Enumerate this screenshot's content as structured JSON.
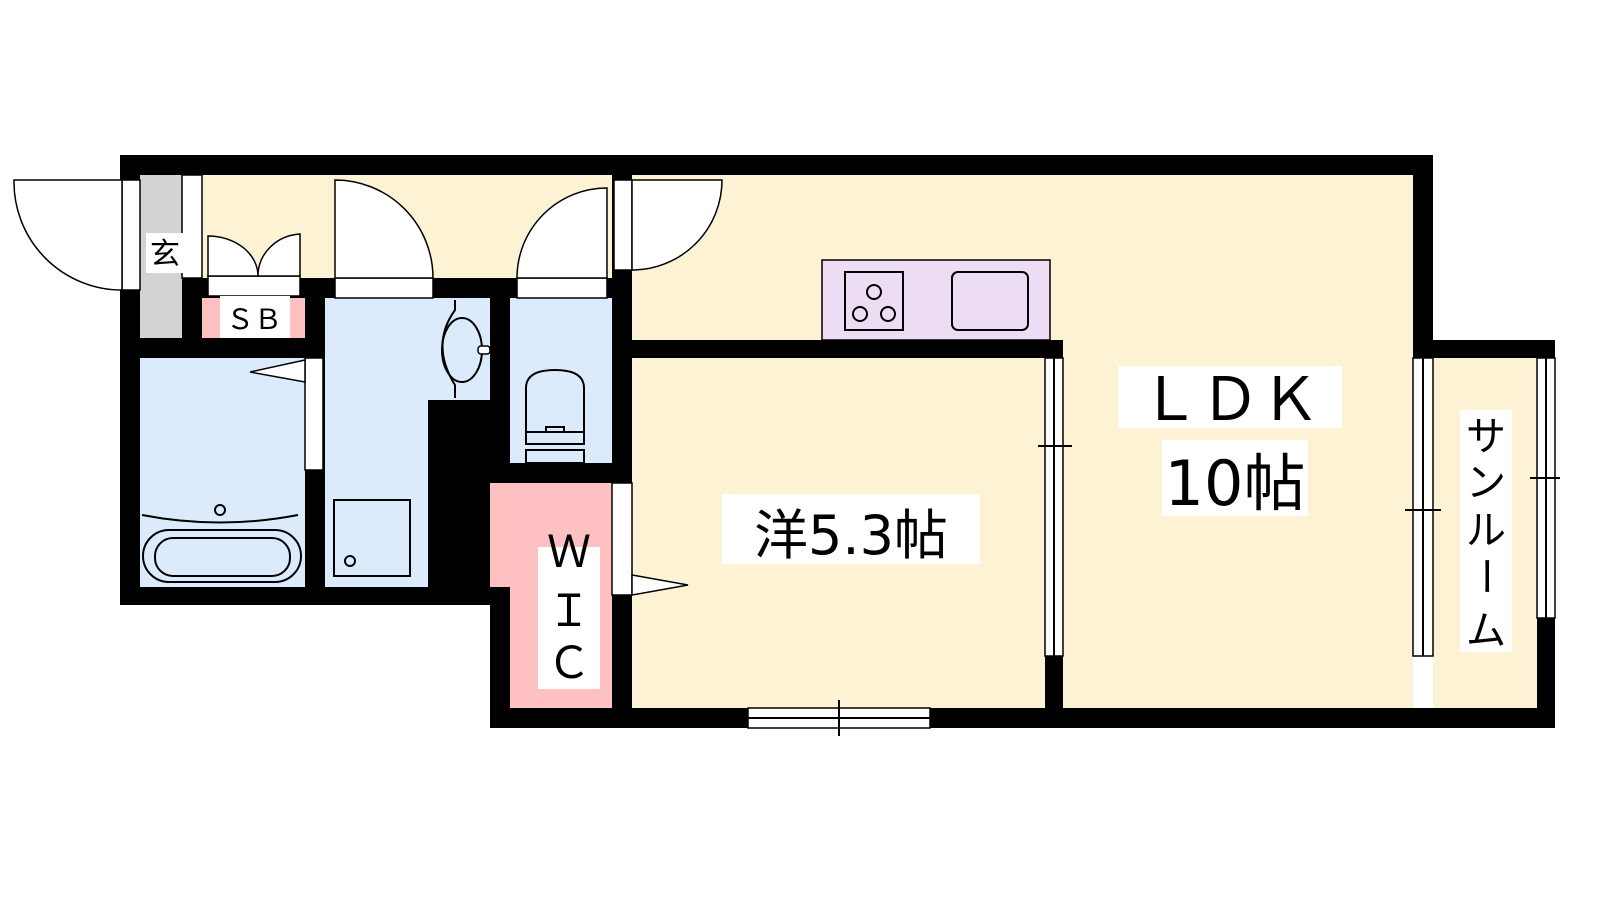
{
  "floorplan": {
    "rooms": {
      "genkan": "玄",
      "shoe_box": "ＳＢ",
      "wic": [
        "Ｗ",
        "Ｉ",
        "Ｃ"
      ],
      "western_room": "洋5.3帖",
      "ldk_name": "ＬＤＫ",
      "ldk_size": "10帖",
      "sunroom": [
        "サ",
        "ン",
        "ル",
        "ー",
        "ム"
      ]
    },
    "colors": {
      "wall": "#000000",
      "living": "#FEF2D4",
      "wet_area": "#DCEBFC",
      "storage": "#FEC0C0",
      "genkan": "#D3D3D3",
      "kitchen": "#ECDDF5"
    }
  }
}
